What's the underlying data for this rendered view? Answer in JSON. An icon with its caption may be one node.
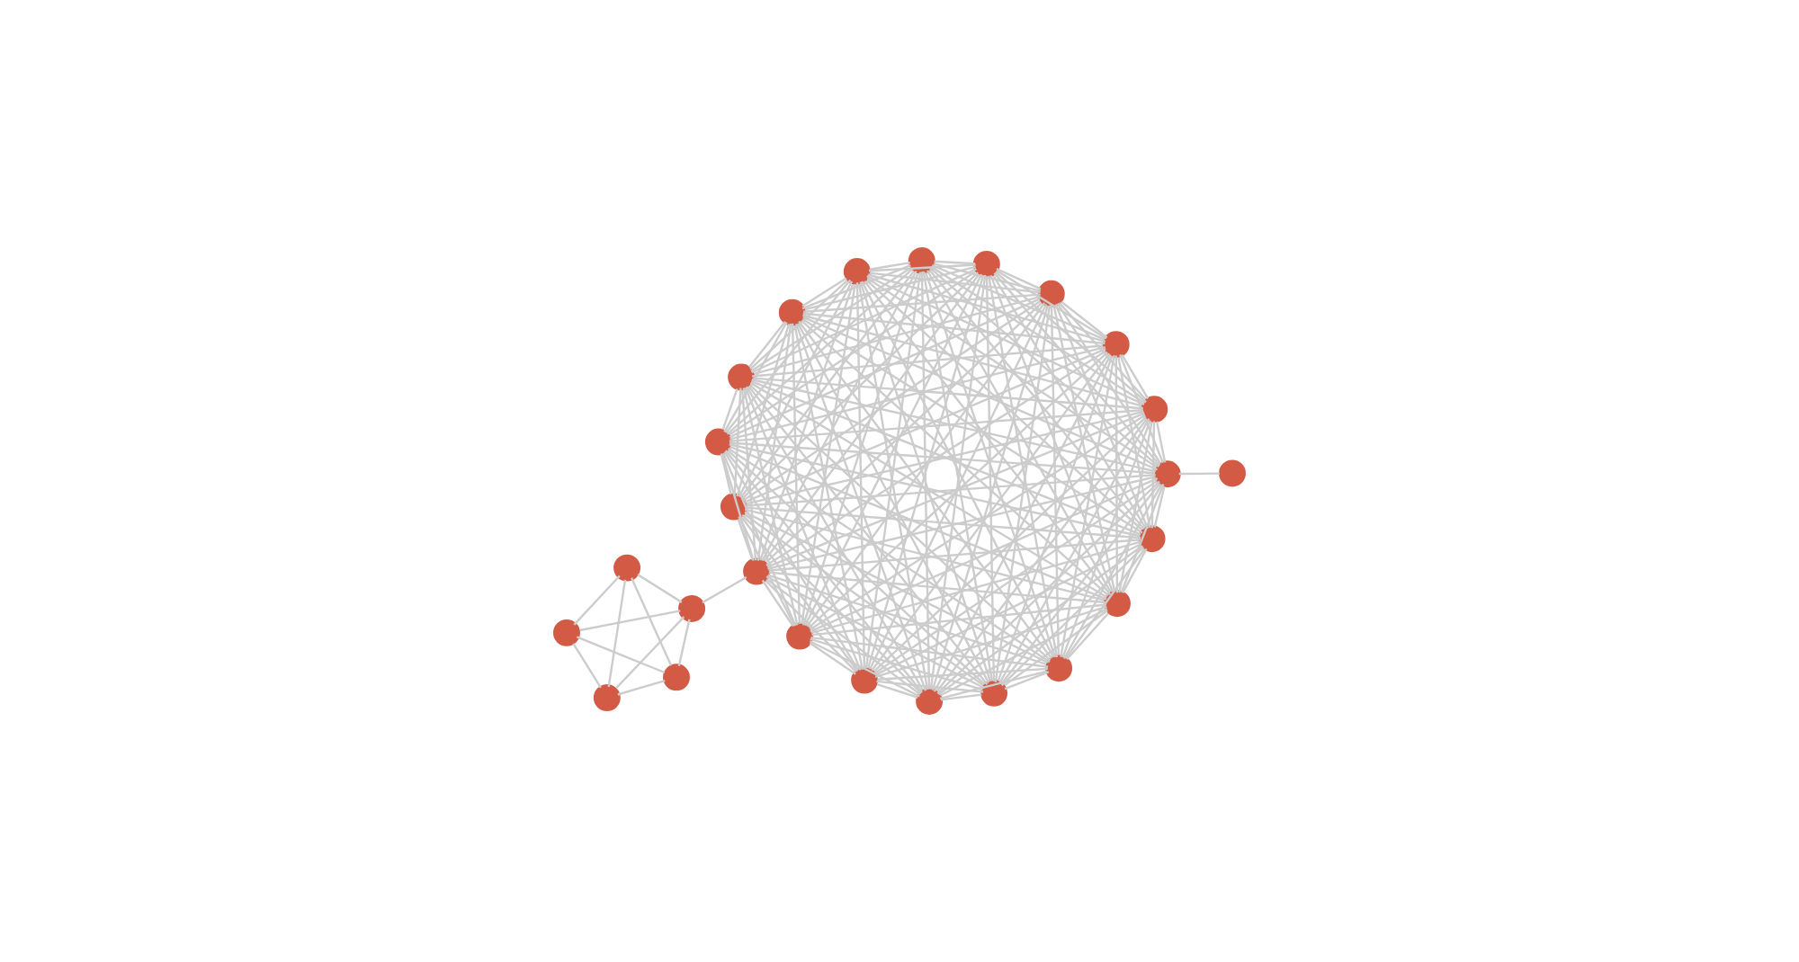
{
  "diagram": {
    "nodes": [
      {
        "text": [],
        "shape": "circle"
      },
      {
        "text": [],
        "shape": "circle"
      },
      {
        "text": [],
        "shape": "circle"
      },
      {
        "text": [],
        "shape": "circle"
      },
      {
        "text": [],
        "shape": "circle"
      },
      {
        "text": [],
        "shape": "circle"
      },
      {
        "text": [],
        "shape": "circle"
      },
      {
        "text": [],
        "shape": "circle"
      },
      {
        "text": [],
        "shape": "circle"
      },
      {
        "text": [],
        "shape": "circle"
      },
      {
        "text": [],
        "shape": "circle"
      },
      {
        "text": [],
        "shape": "circle"
      },
      {
        "text": [],
        "shape": "circle"
      },
      {
        "text": [],
        "shape": "circle"
      },
      {
        "text": [],
        "shape": "circle"
      },
      {
        "text": [],
        "shape": "circle"
      },
      {
        "text": [],
        "shape": "circle"
      },
      {
        "text": [],
        "shape": "circle"
      },
      {
        "text": [],
        "shape": "circle"
      },
      {
        "text": [],
        "shape": "circle"
      },
      {
        "text": [],
        "shape": "circle"
      },
      {
        "text": [],
        "shape": "circle"
      },
      {
        "text": [],
        "shape": "circle"
      },
      {
        "text": [],
        "shape": "circle"
      },
      {
        "text": [],
        "shape": "circle"
      }
    ],
    "edges": [
      {
        "from": 0,
        "to": 1,
        "arrow": "none"
      },
      {
        "from": 0,
        "to": 2,
        "arrow": "none"
      },
      {
        "from": 0,
        "to": 3,
        "arrow": "none"
      },
      {
        "from": 0,
        "to": 4,
        "arrow": "none"
      },
      {
        "from": 0,
        "to": 5,
        "arrow": "none"
      },
      {
        "from": 0,
        "to": 6,
        "arrow": "none"
      },
      {
        "from": 0,
        "to": 7,
        "arrow": "none"
      },
      {
        "from": 0,
        "to": 8,
        "arrow": "none"
      },
      {
        "from": 0,
        "to": 9,
        "arrow": "none"
      },
      {
        "from": 0,
        "to": 10,
        "arrow": "none"
      },
      {
        "from": 0,
        "to": 11,
        "arrow": "none"
      },
      {
        "from": 0,
        "to": 12,
        "arrow": "none"
      },
      {
        "from": 0,
        "to": 13,
        "arrow": "none"
      },
      {
        "from": 0,
        "to": 14,
        "arrow": "none"
      },
      {
        "from": 0,
        "to": 15,
        "arrow": "none"
      },
      {
        "from": 0,
        "to": 16,
        "arrow": "none"
      },
      {
        "from": 0,
        "to": 17,
        "arrow": "none"
      },
      {
        "from": 0,
        "to": 18,
        "arrow": "none"
      },
      {
        "from": 1,
        "to": 2,
        "arrow": "none"
      },
      {
        "from": 1,
        "to": 3,
        "arrow": "none"
      },
      {
        "from": 1,
        "to": 4,
        "arrow": "none"
      },
      {
        "from": 1,
        "to": 5,
        "arrow": "none"
      },
      {
        "from": 1,
        "to": 6,
        "arrow": "none"
      },
      {
        "from": 1,
        "to": 7,
        "arrow": "none"
      },
      {
        "from": 1,
        "to": 8,
        "arrow": "none"
      },
      {
        "from": 1,
        "to": 9,
        "arrow": "none"
      },
      {
        "from": 1,
        "to": 10,
        "arrow": "none"
      },
      {
        "from": 1,
        "to": 11,
        "arrow": "none"
      },
      {
        "from": 1,
        "to": 12,
        "arrow": "none"
      },
      {
        "from": 1,
        "to": 13,
        "arrow": "none"
      },
      {
        "from": 1,
        "to": 14,
        "arrow": "none"
      },
      {
        "from": 1,
        "to": 15,
        "arrow": "none"
      },
      {
        "from": 1,
        "to": 16,
        "arrow": "none"
      },
      {
        "from": 1,
        "to": 17,
        "arrow": "none"
      },
      {
        "from": 1,
        "to": 18,
        "arrow": "none"
      },
      {
        "from": 2,
        "to": 3,
        "arrow": "none"
      },
      {
        "from": 2,
        "to": 4,
        "arrow": "none"
      },
      {
        "from": 2,
        "to": 5,
        "arrow": "none"
      },
      {
        "from": 2,
        "to": 6,
        "arrow": "none"
      },
      {
        "from": 2,
        "to": 7,
        "arrow": "none"
      },
      {
        "from": 2,
        "to": 8,
        "arrow": "none"
      },
      {
        "from": 2,
        "to": 9,
        "arrow": "none"
      },
      {
        "from": 2,
        "to": 10,
        "arrow": "none"
      },
      {
        "from": 2,
        "to": 11,
        "arrow": "none"
      },
      {
        "from": 2,
        "to": 12,
        "arrow": "none"
      },
      {
        "from": 2,
        "to": 13,
        "arrow": "none"
      },
      {
        "from": 2,
        "to": 14,
        "arrow": "none"
      },
      {
        "from": 2,
        "to": 15,
        "arrow": "none"
      },
      {
        "from": 2,
        "to": 16,
        "arrow": "none"
      },
      {
        "from": 2,
        "to": 17,
        "arrow": "none"
      },
      {
        "from": 2,
        "to": 18,
        "arrow": "none"
      },
      {
        "from": 3,
        "to": 4,
        "arrow": "none"
      },
      {
        "from": 3,
        "to": 5,
        "arrow": "none"
      },
      {
        "from": 3,
        "to": 6,
        "arrow": "none"
      },
      {
        "from": 3,
        "to": 7,
        "arrow": "none"
      },
      {
        "from": 3,
        "to": 8,
        "arrow": "none"
      },
      {
        "from": 3,
        "to": 9,
        "arrow": "none"
      },
      {
        "from": 3,
        "to": 10,
        "arrow": "none"
      },
      {
        "from": 3,
        "to": 11,
        "arrow": "none"
      },
      {
        "from": 3,
        "to": 12,
        "arrow": "none"
      },
      {
        "from": 3,
        "to": 13,
        "arrow": "none"
      },
      {
        "from": 3,
        "to": 14,
        "arrow": "none"
      },
      {
        "from": 3,
        "to": 15,
        "arrow": "none"
      },
      {
        "from": 3,
        "to": 16,
        "arrow": "none"
      },
      {
        "from": 3,
        "to": 17,
        "arrow": "none"
      },
      {
        "from": 3,
        "to": 18,
        "arrow": "none"
      },
      {
        "from": 4,
        "to": 5,
        "arrow": "none"
      },
      {
        "from": 4,
        "to": 6,
        "arrow": "none"
      },
      {
        "from": 4,
        "to": 7,
        "arrow": "none"
      },
      {
        "from": 4,
        "to": 8,
        "arrow": "none"
      },
      {
        "from": 4,
        "to": 9,
        "arrow": "none"
      },
      {
        "from": 4,
        "to": 10,
        "arrow": "none"
      },
      {
        "from": 4,
        "to": 11,
        "arrow": "none"
      },
      {
        "from": 4,
        "to": 12,
        "arrow": "none"
      },
      {
        "from": 4,
        "to": 13,
        "arrow": "none"
      },
      {
        "from": 4,
        "to": 14,
        "arrow": "none"
      },
      {
        "from": 4,
        "to": 15,
        "arrow": "none"
      },
      {
        "from": 4,
        "to": 16,
        "arrow": "none"
      },
      {
        "from": 4,
        "to": 17,
        "arrow": "none"
      },
      {
        "from": 4,
        "to": 18,
        "arrow": "none"
      },
      {
        "from": 5,
        "to": 6,
        "arrow": "none"
      },
      {
        "from": 5,
        "to": 7,
        "arrow": "none"
      },
      {
        "from": 5,
        "to": 8,
        "arrow": "none"
      },
      {
        "from": 5,
        "to": 9,
        "arrow": "none"
      },
      {
        "from": 5,
        "to": 10,
        "arrow": "none"
      },
      {
        "from": 5,
        "to": 11,
        "arrow": "none"
      },
      {
        "from": 5,
        "to": 12,
        "arrow": "none"
      },
      {
        "from": 5,
        "to": 13,
        "arrow": "none"
      },
      {
        "from": 5,
        "to": 14,
        "arrow": "none"
      },
      {
        "from": 5,
        "to": 15,
        "arrow": "none"
      },
      {
        "from": 5,
        "to": 16,
        "arrow": "none"
      },
      {
        "from": 5,
        "to": 17,
        "arrow": "none"
      },
      {
        "from": 5,
        "to": 18,
        "arrow": "none"
      },
      {
        "from": 6,
        "to": 7,
        "arrow": "none"
      },
      {
        "from": 6,
        "to": 8,
        "arrow": "none"
      },
      {
        "from": 6,
        "to": 9,
        "arrow": "none"
      },
      {
        "from": 6,
        "to": 10,
        "arrow": "none"
      },
      {
        "from": 6,
        "to": 11,
        "arrow": "none"
      },
      {
        "from": 6,
        "to": 12,
        "arrow": "none"
      },
      {
        "from": 6,
        "to": 13,
        "arrow": "none"
      },
      {
        "from": 6,
        "to": 14,
        "arrow": "none"
      },
      {
        "from": 6,
        "to": 15,
        "arrow": "none"
      },
      {
        "from": 6,
        "to": 16,
        "arrow": "none"
      },
      {
        "from": 6,
        "to": 17,
        "arrow": "none"
      },
      {
        "from": 6,
        "to": 18,
        "arrow": "none"
      },
      {
        "from": 7,
        "to": 8,
        "arrow": "none"
      },
      {
        "from": 7,
        "to": 9,
        "arrow": "none"
      },
      {
        "from": 7,
        "to": 10,
        "arrow": "none"
      },
      {
        "from": 7,
        "to": 11,
        "arrow": "none"
      },
      {
        "from": 7,
        "to": 12,
        "arrow": "none"
      },
      {
        "from": 7,
        "to": 13,
        "arrow": "none"
      },
      {
        "from": 7,
        "to": 14,
        "arrow": "none"
      },
      {
        "from": 7,
        "to": 15,
        "arrow": "none"
      },
      {
        "from": 7,
        "to": 16,
        "arrow": "none"
      },
      {
        "from": 7,
        "to": 17,
        "arrow": "none"
      },
      {
        "from": 7,
        "to": 18,
        "arrow": "none"
      },
      {
        "from": 8,
        "to": 9,
        "arrow": "none"
      },
      {
        "from": 8,
        "to": 10,
        "arrow": "none"
      },
      {
        "from": 8,
        "to": 11,
        "arrow": "none"
      },
      {
        "from": 8,
        "to": 12,
        "arrow": "none"
      },
      {
        "from": 8,
        "to": 13,
        "arrow": "none"
      },
      {
        "from": 8,
        "to": 14,
        "arrow": "none"
      },
      {
        "from": 8,
        "to": 15,
        "arrow": "none"
      },
      {
        "from": 8,
        "to": 16,
        "arrow": "none"
      },
      {
        "from": 8,
        "to": 17,
        "arrow": "none"
      },
      {
        "from": 8,
        "to": 18,
        "arrow": "none"
      },
      {
        "from": 9,
        "to": 10,
        "arrow": "none"
      },
      {
        "from": 9,
        "to": 11,
        "arrow": "none"
      },
      {
        "from": 9,
        "to": 12,
        "arrow": "none"
      },
      {
        "from": 9,
        "to": 13,
        "arrow": "none"
      },
      {
        "from": 9,
        "to": 14,
        "arrow": "none"
      },
      {
        "from": 9,
        "to": 15,
        "arrow": "none"
      },
      {
        "from": 9,
        "to": 16,
        "arrow": "none"
      },
      {
        "from": 9,
        "to": 17,
        "arrow": "none"
      },
      {
        "from": 9,
        "to": 18,
        "arrow": "none"
      },
      {
        "from": 10,
        "to": 11,
        "arrow": "none"
      },
      {
        "from": 10,
        "to": 12,
        "arrow": "none"
      },
      {
        "from": 10,
        "to": 13,
        "arrow": "none"
      },
      {
        "from": 10,
        "to": 14,
        "arrow": "none"
      },
      {
        "from": 10,
        "to": 15,
        "arrow": "none"
      },
      {
        "from": 10,
        "to": 16,
        "arrow": "none"
      },
      {
        "from": 10,
        "to": 17,
        "arrow": "none"
      },
      {
        "from": 10,
        "to": 18,
        "arrow": "none"
      },
      {
        "from": 11,
        "to": 12,
        "arrow": "none"
      },
      {
        "from": 11,
        "to": 13,
        "arrow": "none"
      },
      {
        "from": 11,
        "to": 14,
        "arrow": "none"
      },
      {
        "from": 11,
        "to": 15,
        "arrow": "none"
      },
      {
        "from": 11,
        "to": 16,
        "arrow": "none"
      },
      {
        "from": 11,
        "to": 17,
        "arrow": "none"
      },
      {
        "from": 11,
        "to": 18,
        "arrow": "none"
      },
      {
        "from": 12,
        "to": 13,
        "arrow": "none"
      },
      {
        "from": 12,
        "to": 14,
        "arrow": "none"
      },
      {
        "from": 12,
        "to": 15,
        "arrow": "none"
      },
      {
        "from": 12,
        "to": 16,
        "arrow": "none"
      },
      {
        "from": 12,
        "to": 17,
        "arrow": "none"
      },
      {
        "from": 12,
        "to": 18,
        "arrow": "none"
      },
      {
        "from": 13,
        "to": 14,
        "arrow": "none"
      },
      {
        "from": 13,
        "to": 15,
        "arrow": "none"
      },
      {
        "from": 13,
        "to": 16,
        "arrow": "none"
      },
      {
        "from": 13,
        "to": 17,
        "arrow": "none"
      },
      {
        "from": 13,
        "to": 18,
        "arrow": "none"
      },
      {
        "from": 14,
        "to": 15,
        "arrow": "none"
      },
      {
        "from": 14,
        "to": 16,
        "arrow": "none"
      },
      {
        "from": 14,
        "to": 17,
        "arrow": "none"
      },
      {
        "from": 14,
        "to": 18,
        "arrow": "none"
      },
      {
        "from": 15,
        "to": 16,
        "arrow": "none"
      },
      {
        "from": 15,
        "to": 17,
        "arrow": "none"
      },
      {
        "from": 15,
        "to": 18,
        "arrow": "none"
      },
      {
        "from": 16,
        "to": 17,
        "arrow": "none"
      },
      {
        "from": 16,
        "to": 18,
        "arrow": "none"
      },
      {
        "from": 17,
        "to": 18,
        "arrow": "none"
      },
      {
        "from": 19,
        "to": 12,
        "arrow": "none"
      },
      {
        "from": 18,
        "to": 20,
        "arrow": "none"
      },
      {
        "from": 20,
        "to": 21,
        "arrow": "none"
      },
      {
        "from": 20,
        "to": 22,
        "arrow": "none"
      },
      {
        "from": 20,
        "to": 23,
        "arrow": "none"
      },
      {
        "from": 20,
        "to": 24,
        "arrow": "none"
      },
      {
        "from": 21,
        "to": 22,
        "arrow": "none"
      },
      {
        "from": 21,
        "to": 23,
        "arrow": "none"
      },
      {
        "from": 21,
        "to": 24,
        "arrow": "none"
      },
      {
        "from": 22,
        "to": 23,
        "arrow": "none"
      },
      {
        "from": 22,
        "to": 24,
        "arrow": "none"
      },
      {
        "from": 23,
        "to": 24,
        "arrow": "none"
      }
    ]
  }
}
